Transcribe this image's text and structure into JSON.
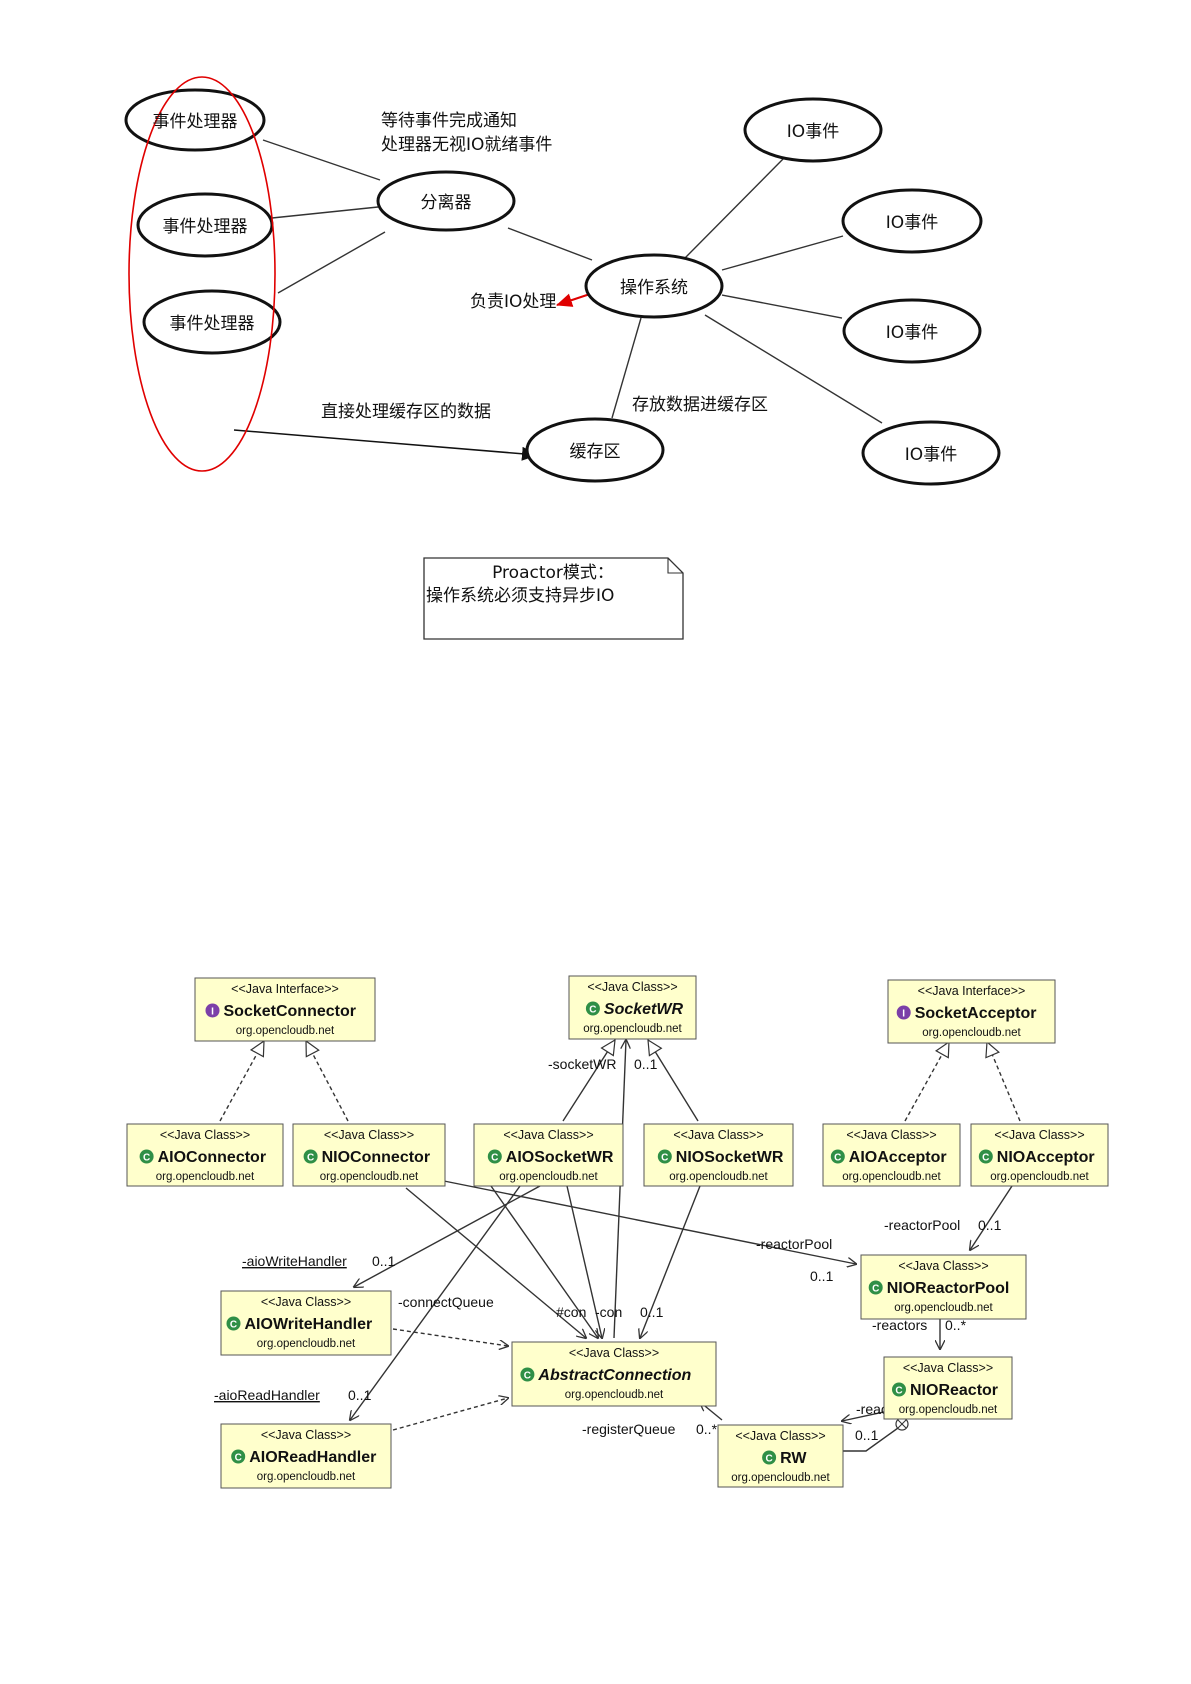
{
  "proactor": {
    "handlers": [
      "事件处理器",
      "事件处理器",
      "事件处理器"
    ],
    "demux": "分离器",
    "os": "操作系统",
    "buffer": "缓存区",
    "io_events": [
      "IO事件",
      "IO事件",
      "IO事件",
      "IO事件"
    ],
    "note_wait_1": "等待事件完成通知",
    "note_wait_2": "处理器无视IO就绪事件",
    "note_io": "负责IO处理",
    "note_direct": "直接处理缓存区的数据",
    "note_store": "存放数据进缓存区",
    "caption_title": "Proactor模式：",
    "caption_body": "操作系统必须支持异步IO"
  },
  "uml": {
    "classes": [
      {
        "key": "socketconnector",
        "stereo": "<<Java Interface>>",
        "name": "SocketConnector",
        "pkg": "org.opencloudb.net",
        "kind": "interface"
      },
      {
        "key": "socketwr",
        "stereo": "<<Java Class>>",
        "name": "SocketWR",
        "pkg": "org.opencloudb.net",
        "kind": "abstract"
      },
      {
        "key": "socketacceptor",
        "stereo": "<<Java Interface>>",
        "name": "SocketAcceptor",
        "pkg": "org.opencloudb.net",
        "kind": "interface"
      },
      {
        "key": "aioconnector",
        "stereo": "<<Java Class>>",
        "name": "AIOConnector",
        "pkg": "org.opencloudb.net",
        "kind": "class"
      },
      {
        "key": "nioconnector",
        "stereo": "<<Java Class>>",
        "name": "NIOConnector",
        "pkg": "org.opencloudb.net",
        "kind": "class"
      },
      {
        "key": "aiosocketwr",
        "stereo": "<<Java Class>>",
        "name": "AIOSocketWR",
        "pkg": "org.opencloudb.net",
        "kind": "class"
      },
      {
        "key": "niosocketwr",
        "stereo": "<<Java Class>>",
        "name": "NIOSocketWR",
        "pkg": "org.opencloudb.net",
        "kind": "class"
      },
      {
        "key": "aioacceptor",
        "stereo": "<<Java Class>>",
        "name": "AIOAcceptor",
        "pkg": "org.opencloudb.net",
        "kind": "class"
      },
      {
        "key": "nioacceptor",
        "stereo": "<<Java Class>>",
        "name": "NIOAcceptor",
        "pkg": "org.opencloudb.net",
        "kind": "class"
      },
      {
        "key": "nioreactorpool",
        "stereo": "<<Java Class>>",
        "name": "NIOReactorPool",
        "pkg": "org.opencloudb.net",
        "kind": "class"
      },
      {
        "key": "aiowritehandler",
        "stereo": "<<Java Class>>",
        "name": "AIOWriteHandler",
        "pkg": "org.opencloudb.net",
        "kind": "class"
      },
      {
        "key": "abstractconnection",
        "stereo": "<<Java Class>>",
        "name": "AbstractConnection",
        "pkg": "org.opencloudb.net",
        "kind": "abstract"
      },
      {
        "key": "nioreactor",
        "stereo": "<<Java Class>>",
        "name": "NIOReactor",
        "pkg": "org.opencloudb.net",
        "kind": "class"
      },
      {
        "key": "aioreadhandler",
        "stereo": "<<Java Class>>",
        "name": "AIOReadHandler",
        "pkg": "org.opencloudb.net",
        "kind": "class"
      },
      {
        "key": "rw",
        "stereo": "<<Java Class>>",
        "name": "RW",
        "pkg": "org.opencloudb.net",
        "kind": "class"
      }
    ],
    "labels": {
      "socketwr_role": "-socketWR",
      "socketwr_mult": "0..1",
      "reactorpool_role_1": "-reactorPool",
      "reactorpool_mult_1": "0..1",
      "reactorpool_role_2": "-reactorPool",
      "reactorpool_mult_2": "0..1",
      "aiowrite_role": "-aioWriteHandler",
      "aiowrite_mult": "0..1",
      "connectqueue": "-connectQueue",
      "con_1": "#con",
      "con_2": "-con",
      "con_mult": "0..1",
      "reactors_role": "-reactors",
      "reactors_mult": "0..*",
      "aioread_role": "-aioReadHandler",
      "aioread_mult": "0..1",
      "registerqueue": "-registerQueue",
      "registerqueue_mult": "0..*",
      "reactor_r": "-reactorR",
      "reactor_r_mult": "0..1"
    }
  }
}
